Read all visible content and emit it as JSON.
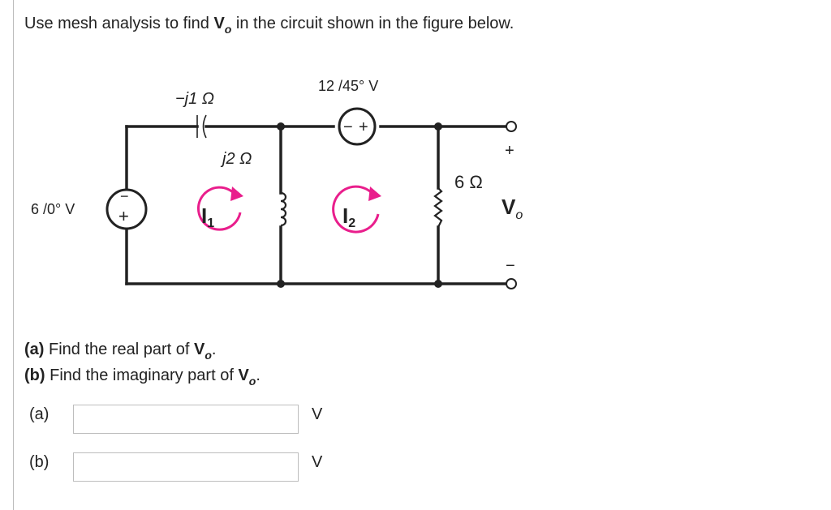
{
  "question": {
    "prefix": "Use mesh analysis to find ",
    "var_main": "V",
    "var_sub": "o",
    "suffix": " in the circuit shown in the figure below."
  },
  "circuit": {
    "source_left_label": "6 /0° V",
    "capacitor_label": "−j1 Ω",
    "source_top_label": "12 /45° V",
    "inductor_label": "j2 Ω",
    "resistor_label": "6 Ω",
    "mesh1_label": "I",
    "mesh1_sub": "1",
    "mesh2_label": "I",
    "mesh2_sub": "2",
    "output_plus": "+",
    "output_minus": "−",
    "output_main": "V",
    "output_sub": "o",
    "plus_glyph": "+",
    "minus_glyph": "−",
    "colors": {
      "wire": "#222222",
      "mesh_arrow": "#e91e8c"
    }
  },
  "parts": [
    {
      "tag": "(a)",
      "text": " Find the real part of ",
      "var": "V",
      "sub": "o",
      "end": "."
    },
    {
      "tag": "(b)",
      "text": " Find the imaginary part of ",
      "var": "V",
      "sub": "o",
      "end": "."
    }
  ],
  "answers": [
    {
      "label": "(a)",
      "value": "",
      "unit": "V"
    },
    {
      "label": "(b)",
      "value": "",
      "unit": "V"
    }
  ]
}
